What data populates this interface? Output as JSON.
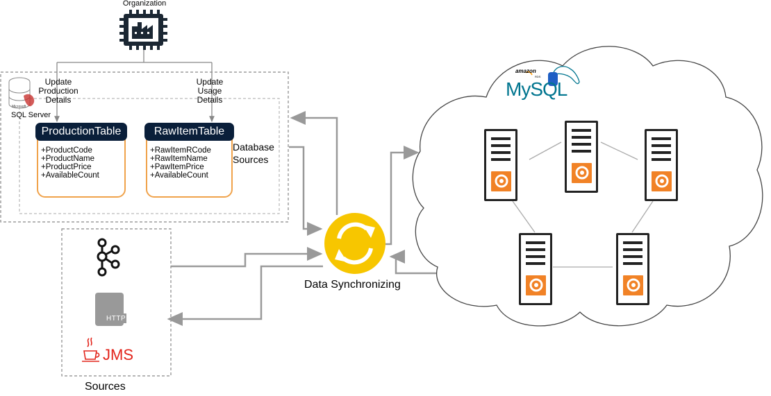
{
  "organization": {
    "label": "Organization"
  },
  "arrows": {
    "update_production": "Update\nProduction\nDetails",
    "update_usage": "Update\nUsage\nDetails"
  },
  "sql_server": {
    "vendor": "Microsoft",
    "label": "SQL Server"
  },
  "database_sources": {
    "label": "Database\nSources"
  },
  "production_table": {
    "title": "ProductionTable",
    "fields": [
      "+ProductCode",
      "+ProductName",
      "+ProductPrice",
      "+AvailableCount"
    ]
  },
  "raw_item_table": {
    "title": "RawItemTable",
    "fields": [
      "+RawItemRCode",
      "+RawItemName",
      "+PawItemPrice",
      "+AvailableCount"
    ]
  },
  "sources": {
    "label": "Sources",
    "items": [
      {
        "name": "kafka-icon"
      },
      {
        "name": "http-icon",
        "text": "HTTP"
      },
      {
        "name": "jms-icon",
        "text": "JMS"
      }
    ]
  },
  "sync": {
    "label": "Data Synchronizing"
  },
  "cloud": {
    "amazon": "amazon",
    "rds": "RDS",
    "mysql": "MySQL",
    "servers": 5
  },
  "colors": {
    "accent_orange": "#f18226",
    "table_border": "#f0a24a",
    "table_header": "#0a1f3a",
    "sync_yellow": "#f7c600",
    "connector_gray": "#999999",
    "mysql_blue": "#00758f",
    "jms_red": "#e2231a"
  }
}
